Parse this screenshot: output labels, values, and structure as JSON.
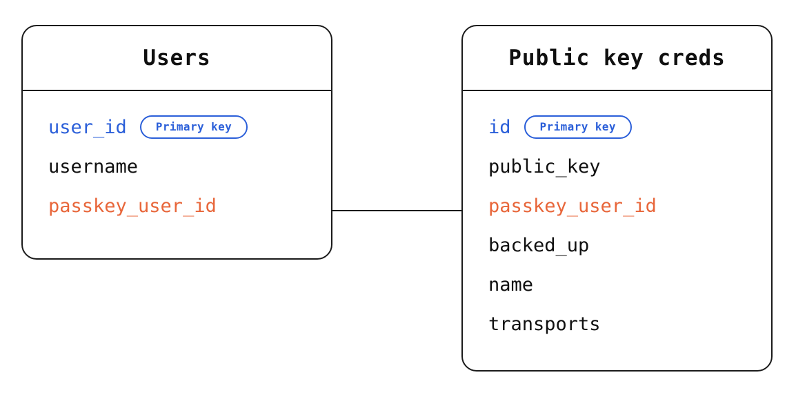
{
  "diagram": {
    "type": "entity-relationship-diagram",
    "background_color": "#ffffff",
    "colors": {
      "text": "#101010",
      "border": "#1a1a1a",
      "primary_key": "#2B5FD9",
      "foreign_key": "#E8663A"
    }
  },
  "entities": [
    {
      "id": "users",
      "title": "Users",
      "fields": [
        {
          "name": "user_id",
          "role": "primary",
          "badge": "Primary key"
        },
        {
          "name": "username",
          "role": "plain",
          "badge": null
        },
        {
          "name": "passkey_user_id",
          "role": "foreign",
          "badge": null
        }
      ]
    },
    {
      "id": "public_key_creds",
      "title": "Public key creds",
      "fields": [
        {
          "name": "id",
          "role": "primary",
          "badge": "Primary key"
        },
        {
          "name": "public_key",
          "role": "plain",
          "badge": null
        },
        {
          "name": "passkey_user_id",
          "role": "foreign",
          "badge": null
        },
        {
          "name": "backed_up",
          "role": "plain",
          "badge": null
        },
        {
          "name": "name",
          "role": "plain",
          "badge": null
        },
        {
          "name": "transports",
          "role": "plain",
          "badge": null
        }
      ]
    }
  ],
  "relationships": [
    {
      "from_entity": "users",
      "from_field": "passkey_user_id",
      "to_entity": "public_key_creds",
      "to_field": "passkey_user_id",
      "style": "straight-line"
    }
  ]
}
